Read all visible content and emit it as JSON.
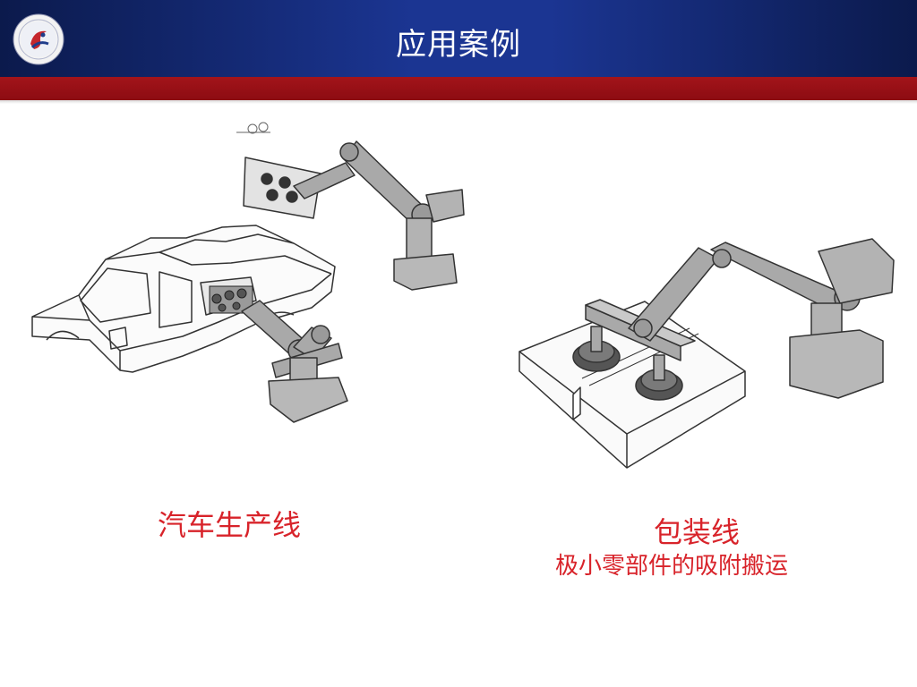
{
  "header": {
    "title": "应用案例",
    "colors": {
      "bar": "#1b3592",
      "stripe": "#a3141a",
      "title": "#ffffff"
    },
    "logo_icon": "university-emblem-icon"
  },
  "figures": [
    {
      "icon": "car-production-robot-illustration",
      "caption": "汽车生产线"
    },
    {
      "icon": "packaging-robot-illustration",
      "caption": "包装线",
      "subcaption": "极小零部件的吸附搬运"
    }
  ],
  "caption_color": "#d8232a"
}
